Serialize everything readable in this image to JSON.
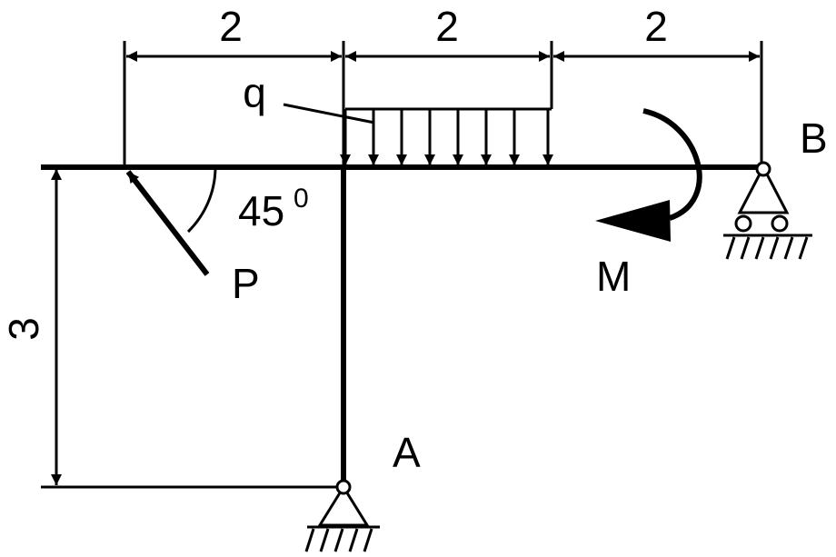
{
  "dimensions": {
    "top_left": "2",
    "top_middle": "2",
    "top_right": "2",
    "vertical": "3"
  },
  "loads": {
    "distributed_load_label": "q",
    "force_label": "P",
    "angle_label": "45",
    "angle_superscript": "0",
    "moment_label": "M"
  },
  "supports": {
    "support_a_label": "A",
    "support_b_label": "B"
  }
}
